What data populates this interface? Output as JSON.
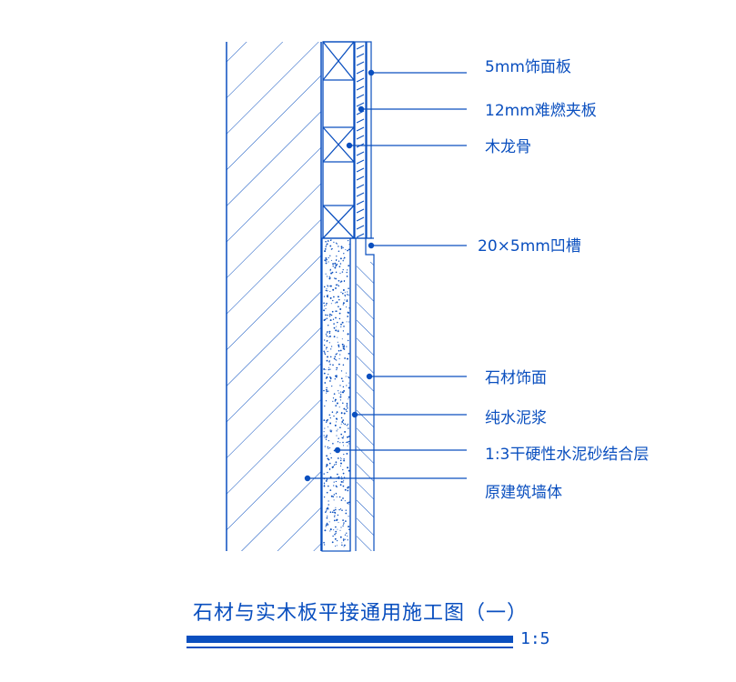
{
  "colors": {
    "line": "#0a4fbf"
  },
  "labels": {
    "l1": "5mm饰面板",
    "l2": "12mm难燃夹板",
    "l3": "木龙骨",
    "l4": "20×5mm凹槽",
    "l5": "石材饰面",
    "l6": "纯水泥浆",
    "l7": "1:3干硬性水泥砂结合层",
    "l8": "原建筑墙体"
  },
  "title": "石材与实木板平接通用施工图（一）",
  "scale": "1:5"
}
